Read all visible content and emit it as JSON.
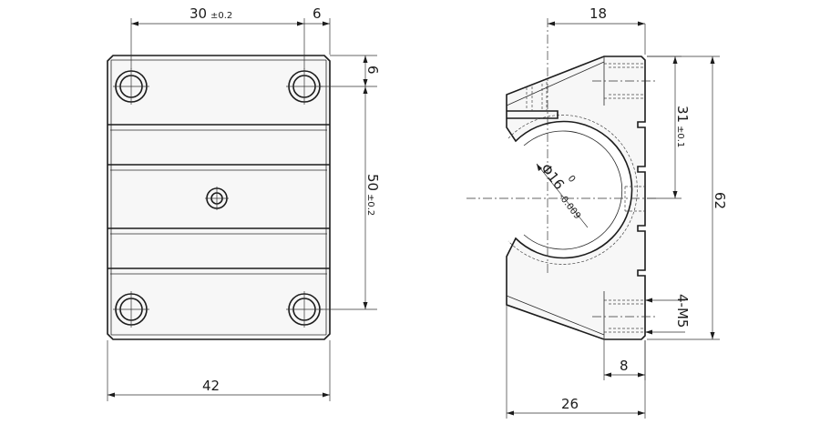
{
  "front_view": {
    "dim_hole_spacing": "30",
    "dim_hole_spacing_tol": "±0.2",
    "dim_hole_offset_x": "6",
    "dim_hole_offset_y": "6",
    "dim_vertical_spacing": "50",
    "dim_vertical_spacing_tol": "±0.2",
    "dim_width": "42"
  },
  "side_view": {
    "dim_top_width": "18",
    "dim_mid_height": "31",
    "dim_mid_height_tol": "±0.1",
    "dim_total_height": "62",
    "dim_bore_symbol": "Φ16",
    "dim_bore_tol_upper": "0",
    "dim_bore_tol_lower": "-0.009",
    "dim_thread": "4-M5",
    "dim_thread_depth": "8",
    "dim_total_width": "26"
  }
}
